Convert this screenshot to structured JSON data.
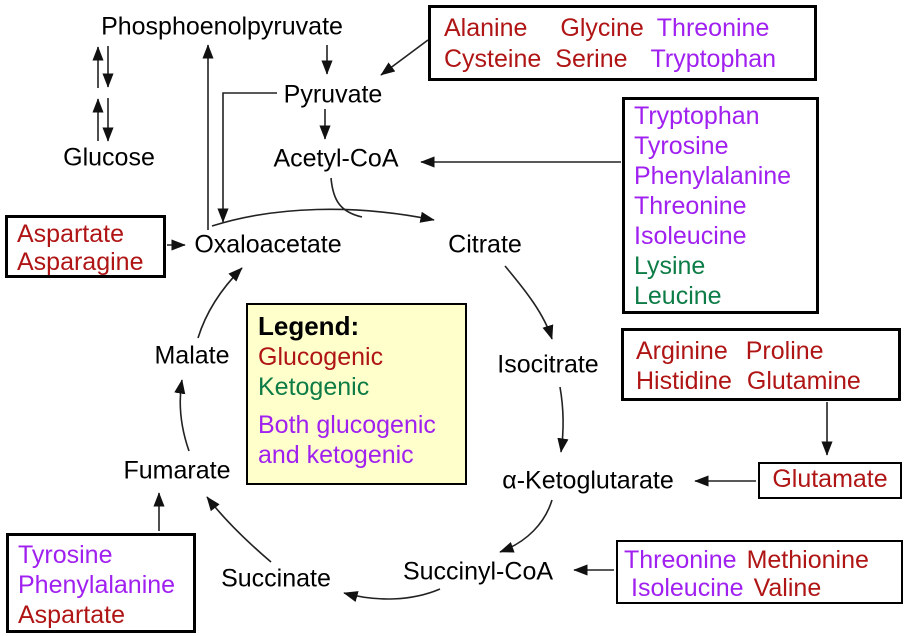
{
  "palette": {
    "glucogenic": "#B01515",
    "ketogenic": "#0E7C46",
    "both": "#A020F0",
    "legend_bg": "#FFFFCC",
    "diagram_text": "#000000"
  },
  "nodes": {
    "phosphoenolpyruvate": "Phosphoenolpyruvate",
    "glucose": "Glucose",
    "pyruvate": "Pyruvate",
    "acetyl_coa": "Acetyl-CoA",
    "oxaloacetate": "Oxaloacetate",
    "citrate": "Citrate",
    "isocitrate": "Isocitrate",
    "alpha_ketoglutarate": "α-Ketoglutarate",
    "succinyl_coa": "Succinyl-CoA",
    "succinate": "Succinate",
    "fumarate": "Fumarate",
    "malate": "Malate"
  },
  "legend": {
    "title": "Legend:",
    "items": [
      {
        "label": "Glucogenic",
        "cls": "glucogenic"
      },
      {
        "label": "Ketogenic",
        "cls": "ketogenic"
      },
      {
        "label": "Both glucogenic",
        "cls": "both"
      },
      {
        "label": "and ketogenic",
        "cls": "both"
      }
    ]
  },
  "boxes": {
    "pyruvate_sources": {
      "rows": [
        [
          {
            "t": "Alanine",
            "c": "glucogenic"
          },
          {
            "t": "Glycine",
            "c": "glucogenic"
          },
          {
            "t": "Threonine",
            "c": "both"
          }
        ],
        [
          {
            "t": "Cysteine",
            "c": "glucogenic"
          },
          {
            "t": "Serine",
            "c": "glucogenic"
          },
          {
            "t": "Tryptophan",
            "c": "both"
          }
        ]
      ]
    },
    "acetyl_coa_sources": {
      "lines": [
        {
          "t": "Tryptophan",
          "c": "both"
        },
        {
          "t": "Tyrosine",
          "c": "both"
        },
        {
          "t": "Phenylalanine",
          "c": "both"
        },
        {
          "t": "Threonine",
          "c": "both"
        },
        {
          "t": "Isoleucine",
          "c": "both"
        },
        {
          "t": "Lysine",
          "c": "ketogenic"
        },
        {
          "t": "Leucine",
          "c": "ketogenic"
        }
      ]
    },
    "oxaloacetate_sources": {
      "lines": [
        {
          "t": "Aspartate",
          "c": "glucogenic"
        },
        {
          "t": "Asparagine",
          "c": "glucogenic"
        }
      ]
    },
    "glutamate_sources": {
      "rows": [
        [
          {
            "t": "Arginine",
            "c": "glucogenic"
          },
          {
            "t": "Proline",
            "c": "glucogenic"
          }
        ],
        [
          {
            "t": "Histidine",
            "c": "glucogenic"
          },
          {
            "t": "Glutamine",
            "c": "glucogenic"
          }
        ]
      ]
    },
    "glutamate": {
      "t": "Glutamate",
      "c": "glucogenic"
    },
    "succinyl_coa_sources": {
      "rows": [
        [
          {
            "t": "Threonine",
            "c": "both"
          },
          {
            "t": "Methionine",
            "c": "glucogenic"
          }
        ],
        [
          {
            "t": "Isoleucine",
            "c": "both"
          },
          {
            "t": "Valine",
            "c": "glucogenic"
          }
        ]
      ]
    },
    "fumarate_sources": {
      "lines": [
        {
          "t": "Tyrosine",
          "c": "both"
        },
        {
          "t": "Phenylalanine",
          "c": "both"
        },
        {
          "t": "Aspartate",
          "c": "glucogenic"
        }
      ]
    }
  }
}
